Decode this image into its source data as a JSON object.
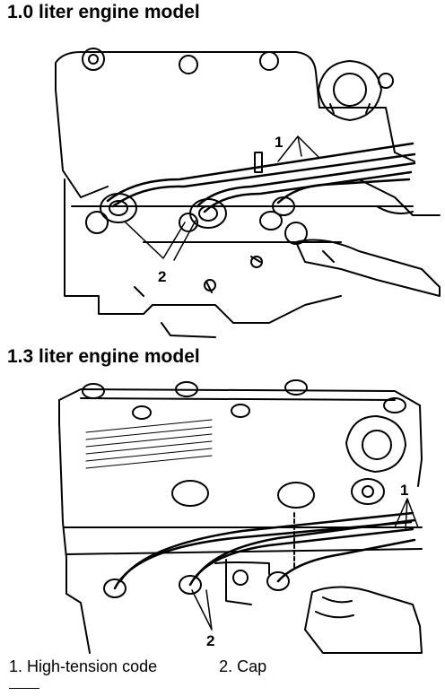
{
  "headings": {
    "model_1": "1.0 liter engine model",
    "model_2": "1.3 liter engine model"
  },
  "callouts": {
    "fig1_label_1": "1",
    "fig1_label_2": "2",
    "fig2_label_1": "1",
    "fig2_label_2": "2"
  },
  "legend": {
    "item_1": "1. High-tension code",
    "item_2": "2. Cap"
  }
}
